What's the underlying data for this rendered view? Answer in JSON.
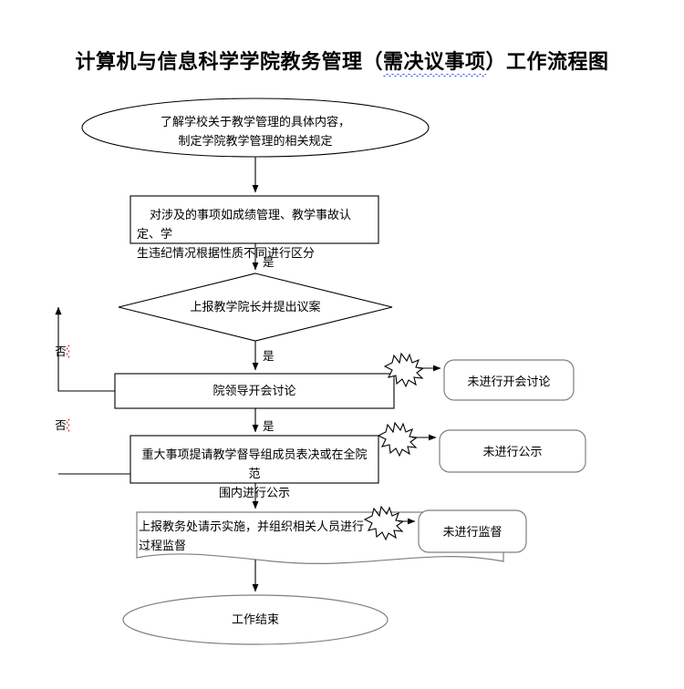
{
  "title": {
    "prefix": "计算机与信息科学学院教务管理（",
    "flagged": "需决议事项",
    "suffix": "）工作流程图"
  },
  "nodes": {
    "start": {
      "shape": "ellipse",
      "text": "了解学校关于教学管理的具体内容，\n制定学院教学管理的相关规定"
    },
    "classify": {
      "shape": "process",
      "text": "对涉及的事项如成绩管理、教学事故认定、学\n生违纪情况根据性质不同进行区分"
    },
    "decision": {
      "shape": "diamond",
      "text": "上报教学院长并提出议案"
    },
    "meeting": {
      "shape": "process",
      "text": "院领导开会讨论"
    },
    "vote": {
      "shape": "process",
      "text": "重大事项提请教学督导组成员表决或在全院范\n围内进行公示"
    },
    "report": {
      "shape": "document",
      "text": "上报教务处请示实施，并组织相关人员进行\n过程监督"
    },
    "end": {
      "shape": "ellipse",
      "text": "工作结束"
    },
    "exception_meeting": {
      "shape": "rounded-rect",
      "text": "未进行开会讨论"
    },
    "exception_publicity": {
      "shape": "rounded-rect",
      "text": "未进行公示"
    },
    "exception_supervision": {
      "shape": "rounded-rect",
      "text": "未进行监督"
    }
  },
  "edge_labels": {
    "yes_1": "是",
    "yes_2": "是",
    "yes_3": "是",
    "no_1": "否",
    "no_2": "否"
  },
  "colors": {
    "stroke": "#000000",
    "grey_stroke": "#7f7f7f",
    "spellcheck_red": "#e01b1b",
    "grammarcheck_blue": "#2b4ff5",
    "background": "#ffffff"
  }
}
